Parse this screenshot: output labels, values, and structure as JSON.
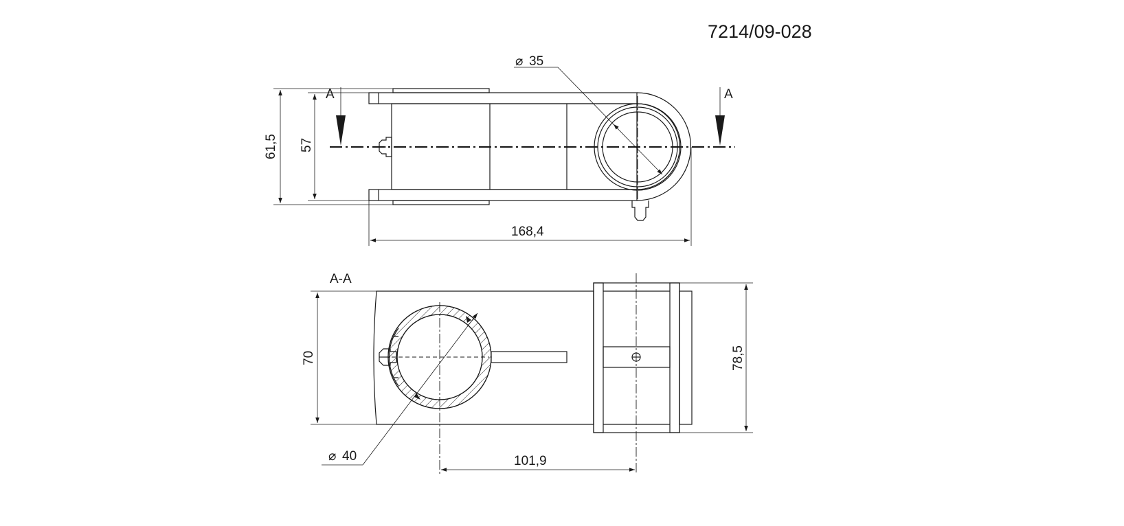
{
  "drawing_number": "7214/09-028",
  "section_marker": "A",
  "section_title": "A-A",
  "dimensions": {
    "diameter_top": "35",
    "diameter_bottom": "40",
    "height_outer": "61,5",
    "height_inner": "57",
    "length_total": "168,4",
    "height_section": "70",
    "height_section_right": "78,5",
    "center_distance": "101,9"
  },
  "diameter_symbol": "⌀"
}
